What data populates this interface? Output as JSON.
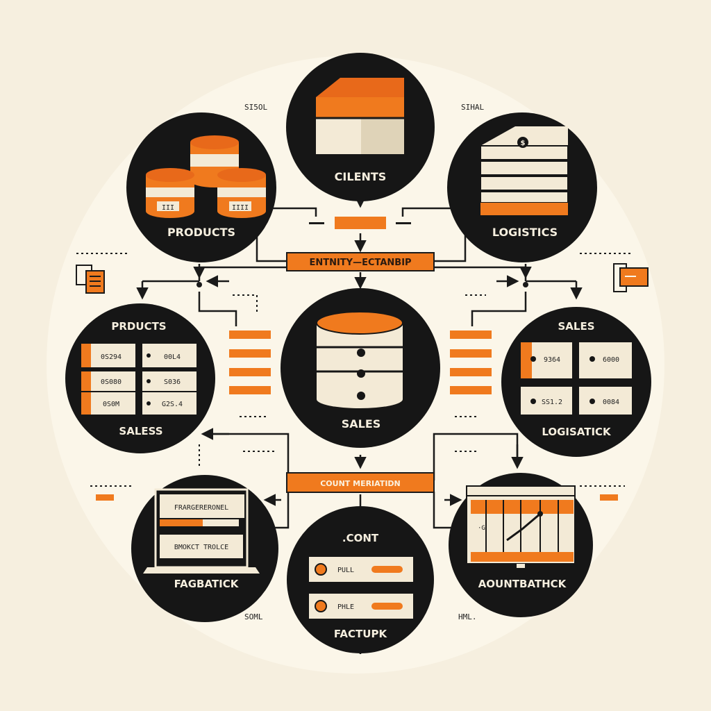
{
  "colors": {
    "background": "#f6efdf",
    "circle_glow": "#fbf6e9",
    "node_fill": "#161616",
    "accent": "#f07a1e",
    "panel": "#f3ead6",
    "line": "#1a1a1a"
  },
  "corner_marks": {
    "top_left": "SI5OL",
    "top_right": "SIHAL",
    "bottom_left": "SOML",
    "bottom_right": "HML."
  },
  "connector_tags": {
    "top": "ENTNITY—ECTANBIP",
    "bottom": "COUNT MERIATIDN"
  },
  "nodes": {
    "clients": {
      "label": "CILENTS",
      "icon": "stacked-boxes-icon"
    },
    "products_top": {
      "label": "PRODUCTS",
      "icon": "database-cylinders-icon",
      "tags": [
        "III",
        "IIII"
      ]
    },
    "logistics_top": {
      "label": "LOGISTICS",
      "icon": "layered-boxes-icon",
      "coin": "$"
    },
    "sales_center": {
      "label": "SALES",
      "icon": "database-icon"
    },
    "products_left": {
      "title": "PRDUCTS",
      "label": "SALESS",
      "cells": [
        "0S294",
        "00L4",
        "0S080",
        "S036",
        "0S0M",
        "G2S.4"
      ]
    },
    "sales_right": {
      "title": "SALES",
      "label": "LOGISATICK",
      "cells": [
        "9364",
        "6000",
        "SS1.2",
        "0084"
      ]
    },
    "fagbatick": {
      "label": "FAGBATICK",
      "icon": "laptop-icon",
      "bars": [
        "FRARGERERONEL",
        "BMOKCT TROLCE"
      ]
    },
    "factupk": {
      "label": "FACTUPK",
      "title": ".CONT",
      "rows": [
        "PULL",
        "PHLE"
      ]
    },
    "aountbathck": {
      "label": "AOUNTBATHCK",
      "icon": "monitor-chart-icon",
      "chart_note": "·G"
    }
  },
  "side_icons": {
    "left_doc": "document-icon",
    "right_chat": "message-icon"
  }
}
